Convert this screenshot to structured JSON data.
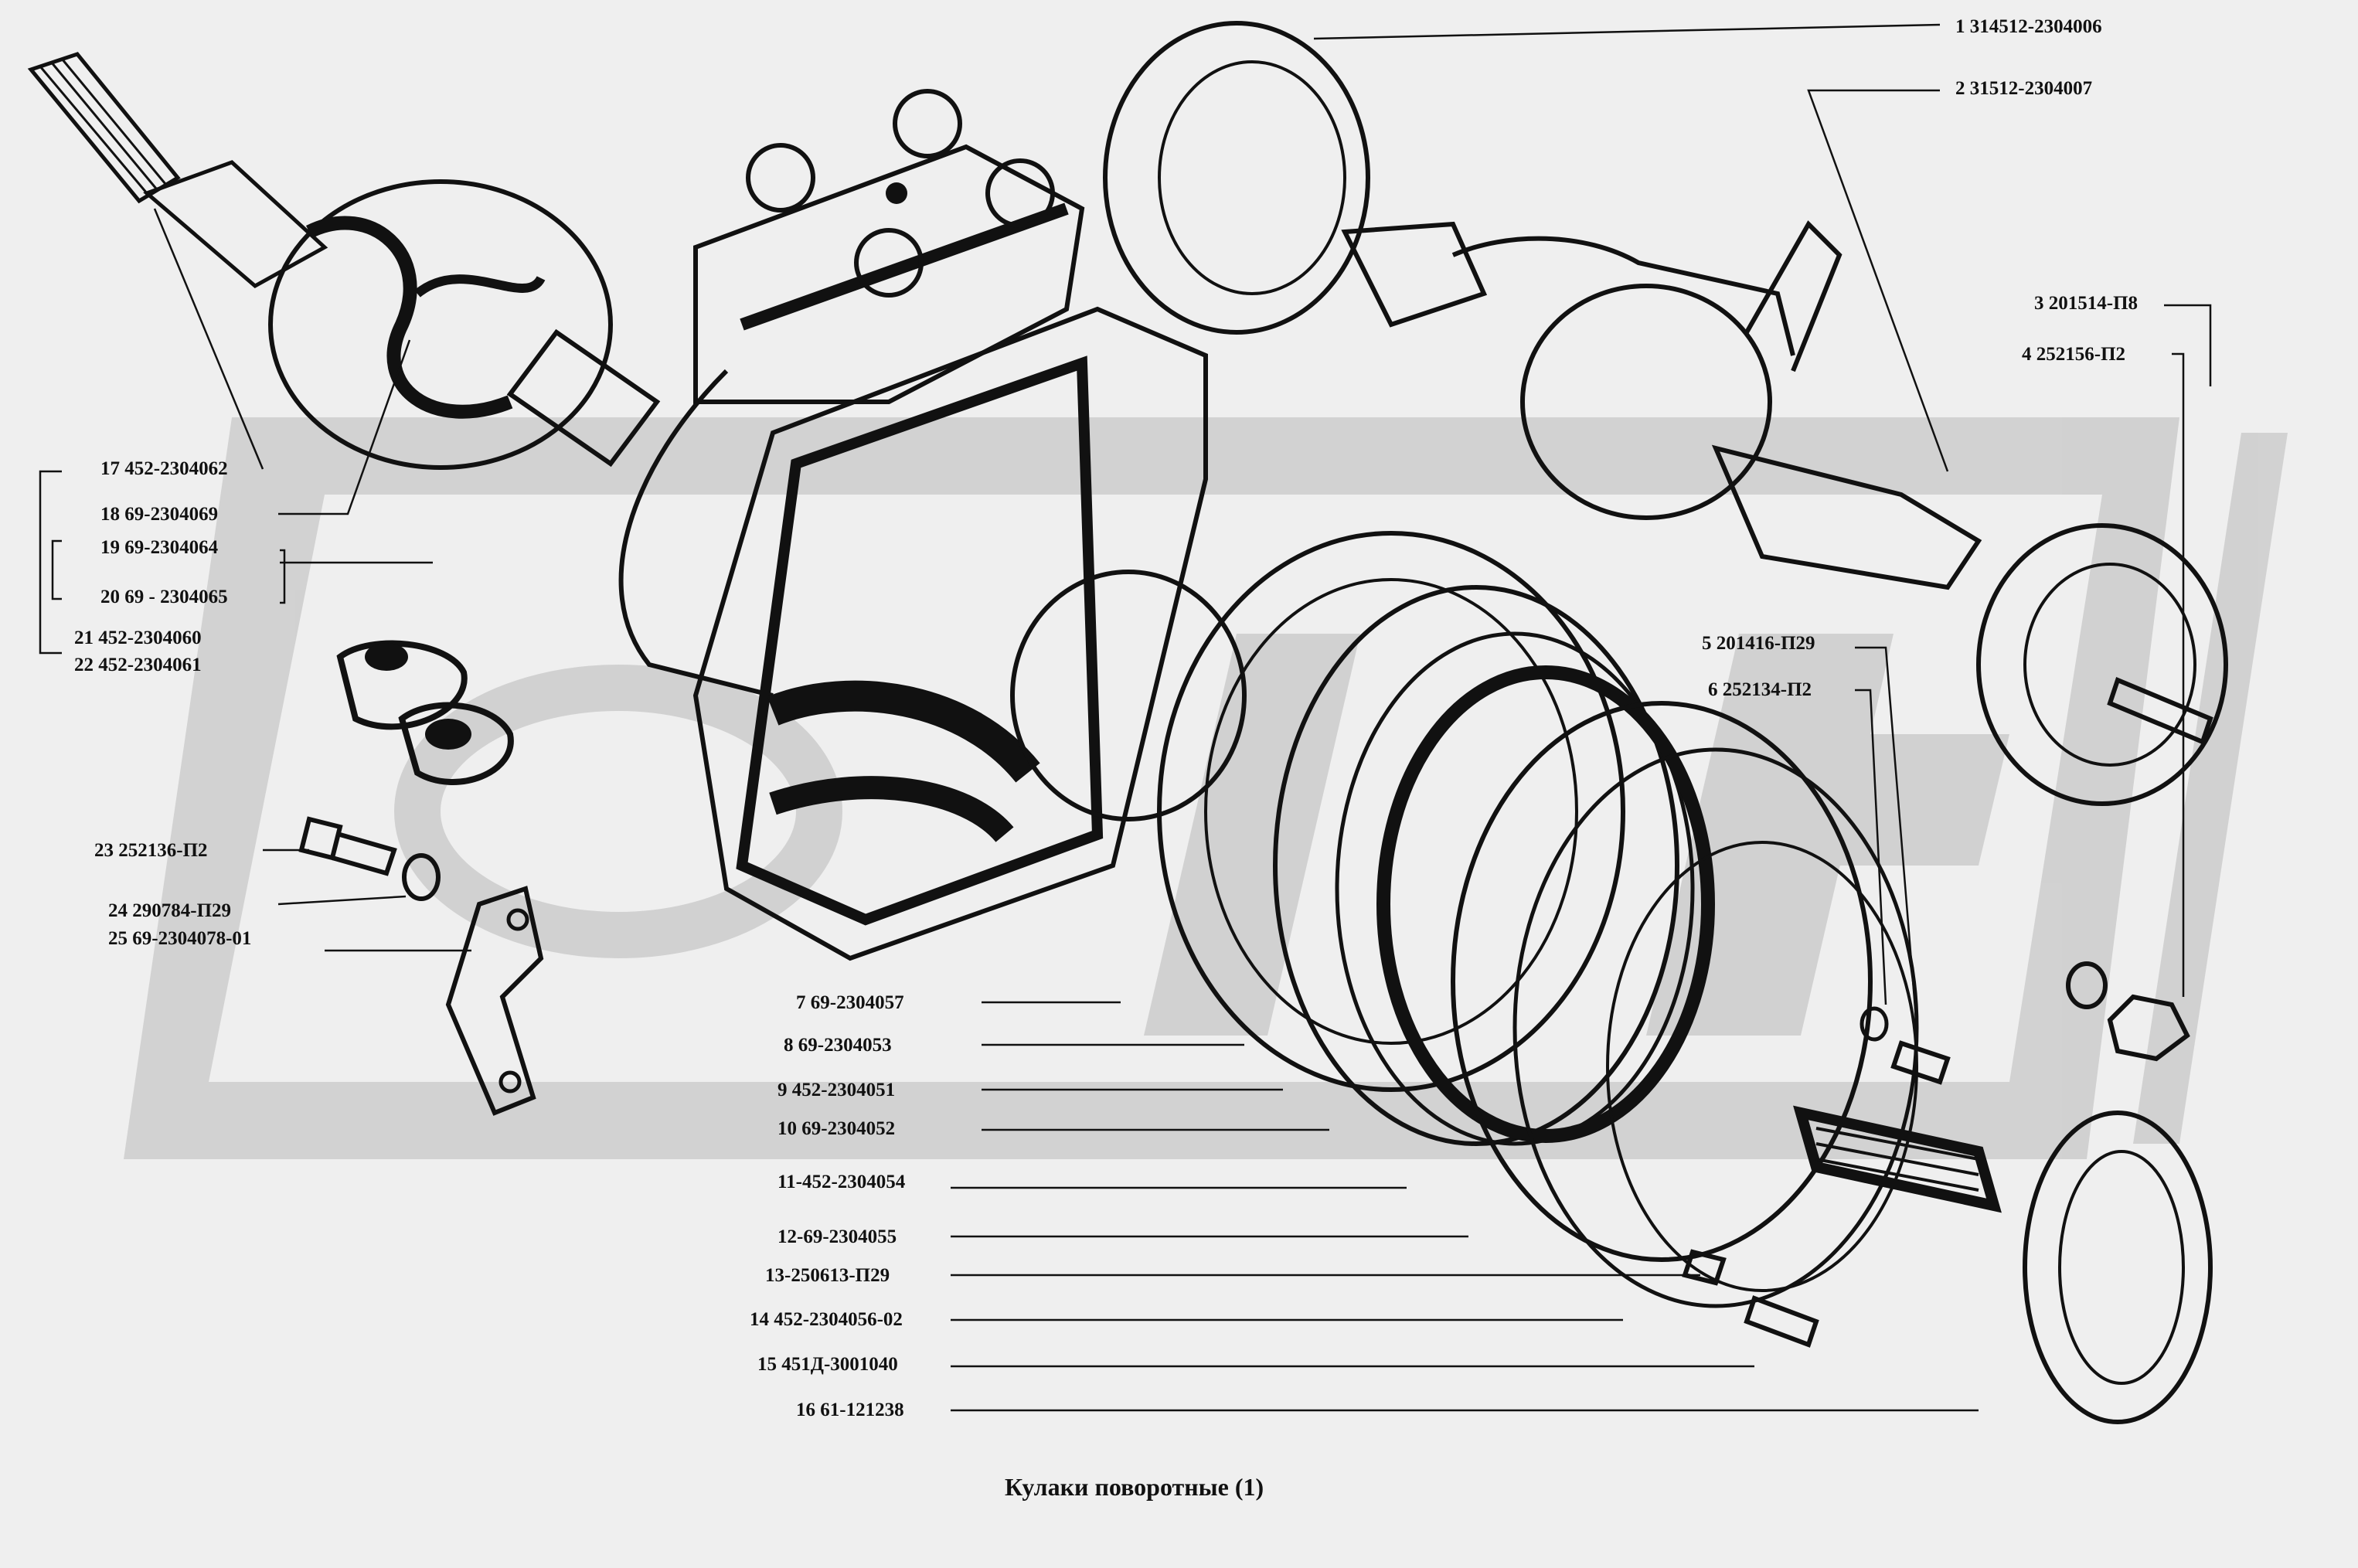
{
  "caption": "Кулаки поворотные (1)",
  "colors": {
    "background": "#efefef",
    "watermark": "#c8c8c8",
    "ink": "#111111"
  },
  "parts": [
    {
      "id": "1",
      "label": "1   314512-2304006"
    },
    {
      "id": "2",
      "label": "2   31512-2304007"
    },
    {
      "id": "3",
      "label": "3   201514-П8"
    },
    {
      "id": "4",
      "label": "4   252156-П2"
    },
    {
      "id": "5",
      "label": "5   201416-П29"
    },
    {
      "id": "6",
      "label": "6   252134-П2"
    },
    {
      "id": "7",
      "label": "7   69-2304057"
    },
    {
      "id": "8",
      "label": "8   69-2304053"
    },
    {
      "id": "9",
      "label": "9   452-2304051"
    },
    {
      "id": "10",
      "label": "10   69-2304052"
    },
    {
      "id": "11",
      "label": "11-452-2304054"
    },
    {
      "id": "12",
      "label": "12-69-2304055"
    },
    {
      "id": "13",
      "label": "13-250613-П29"
    },
    {
      "id": "14",
      "label": "14   452-2304056-02"
    },
    {
      "id": "15",
      "label": "15   451Д-3001040"
    },
    {
      "id": "16",
      "label": "16   61-121238"
    },
    {
      "id": "17",
      "label": "17 452-2304062"
    },
    {
      "id": "18",
      "label": "18   69-2304069"
    },
    {
      "id": "19",
      "label": "19   69-2304064"
    },
    {
      "id": "20",
      "label": "20   69 - 2304065"
    },
    {
      "id": "21",
      "label": "21   452-2304060"
    },
    {
      "id": "22",
      "label": "22   452-2304061"
    },
    {
      "id": "23",
      "label": "23   252136-П2"
    },
    {
      "id": "24",
      "label": "24   290784-П29"
    },
    {
      "id": "25",
      "label": "25   69-2304078-01"
    }
  ]
}
